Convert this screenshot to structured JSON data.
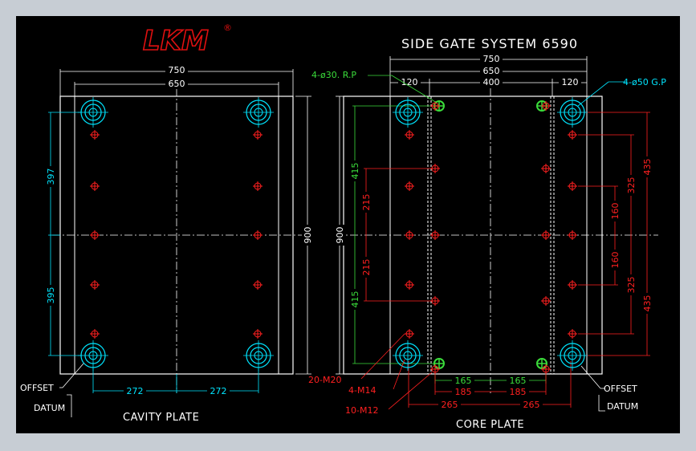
{
  "logo": {
    "text": "LKM",
    "reg": "®"
  },
  "title": "SIDE GATE SYSTEM 6590",
  "cavity": {
    "label": "CAVITY PLATE",
    "dim_top_outer": "750",
    "dim_top_inner": "650",
    "dim_left_upper": "397",
    "dim_left_lower": "395",
    "dim_right": "900",
    "dim_bottom_left": "272",
    "dim_bottom_right": "272",
    "offset_label": "OFFSET",
    "datum_label": "DATUM"
  },
  "core": {
    "label": "CORE PLATE",
    "dim_top_outer": "750",
    "dim_top_inner": "650",
    "dim_top_left": "120",
    "dim_top_mid": "400",
    "dim_top_right": "120",
    "dim_left": "900",
    "dim_green_upper": "415",
    "dim_green_lower": "415",
    "dim_red_upper": "215",
    "dim_red_lower": "215",
    "dim_right_435_upper": "435",
    "dim_right_435_lower": "435",
    "dim_right_325_upper": "325",
    "dim_right_325_lower": "325",
    "dim_right_160_upper": "160",
    "dim_right_160_lower": "160",
    "dim_bottom_165_left": "165",
    "dim_bottom_165_right": "165",
    "dim_bottom_185_left": "185",
    "dim_bottom_185_right": "185",
    "dim_bottom_265_left": "265",
    "dim_bottom_265_right": "265",
    "rp_label": "4-ø30. R.P",
    "gp_label": "4-ø50 G.P",
    "m20_label": "20-M20",
    "m14_label": "4-M14",
    "m12_label": "10-M12",
    "offset_label": "OFFSET",
    "datum_label": "DATUM"
  },
  "colors": {
    "background": "#000000",
    "frame": "#c7cdd4",
    "outline": "#ffffff",
    "cyan": "#00e5ff",
    "green": "#3bdc3b",
    "red": "#ff2020",
    "logo": "#e01010"
  }
}
